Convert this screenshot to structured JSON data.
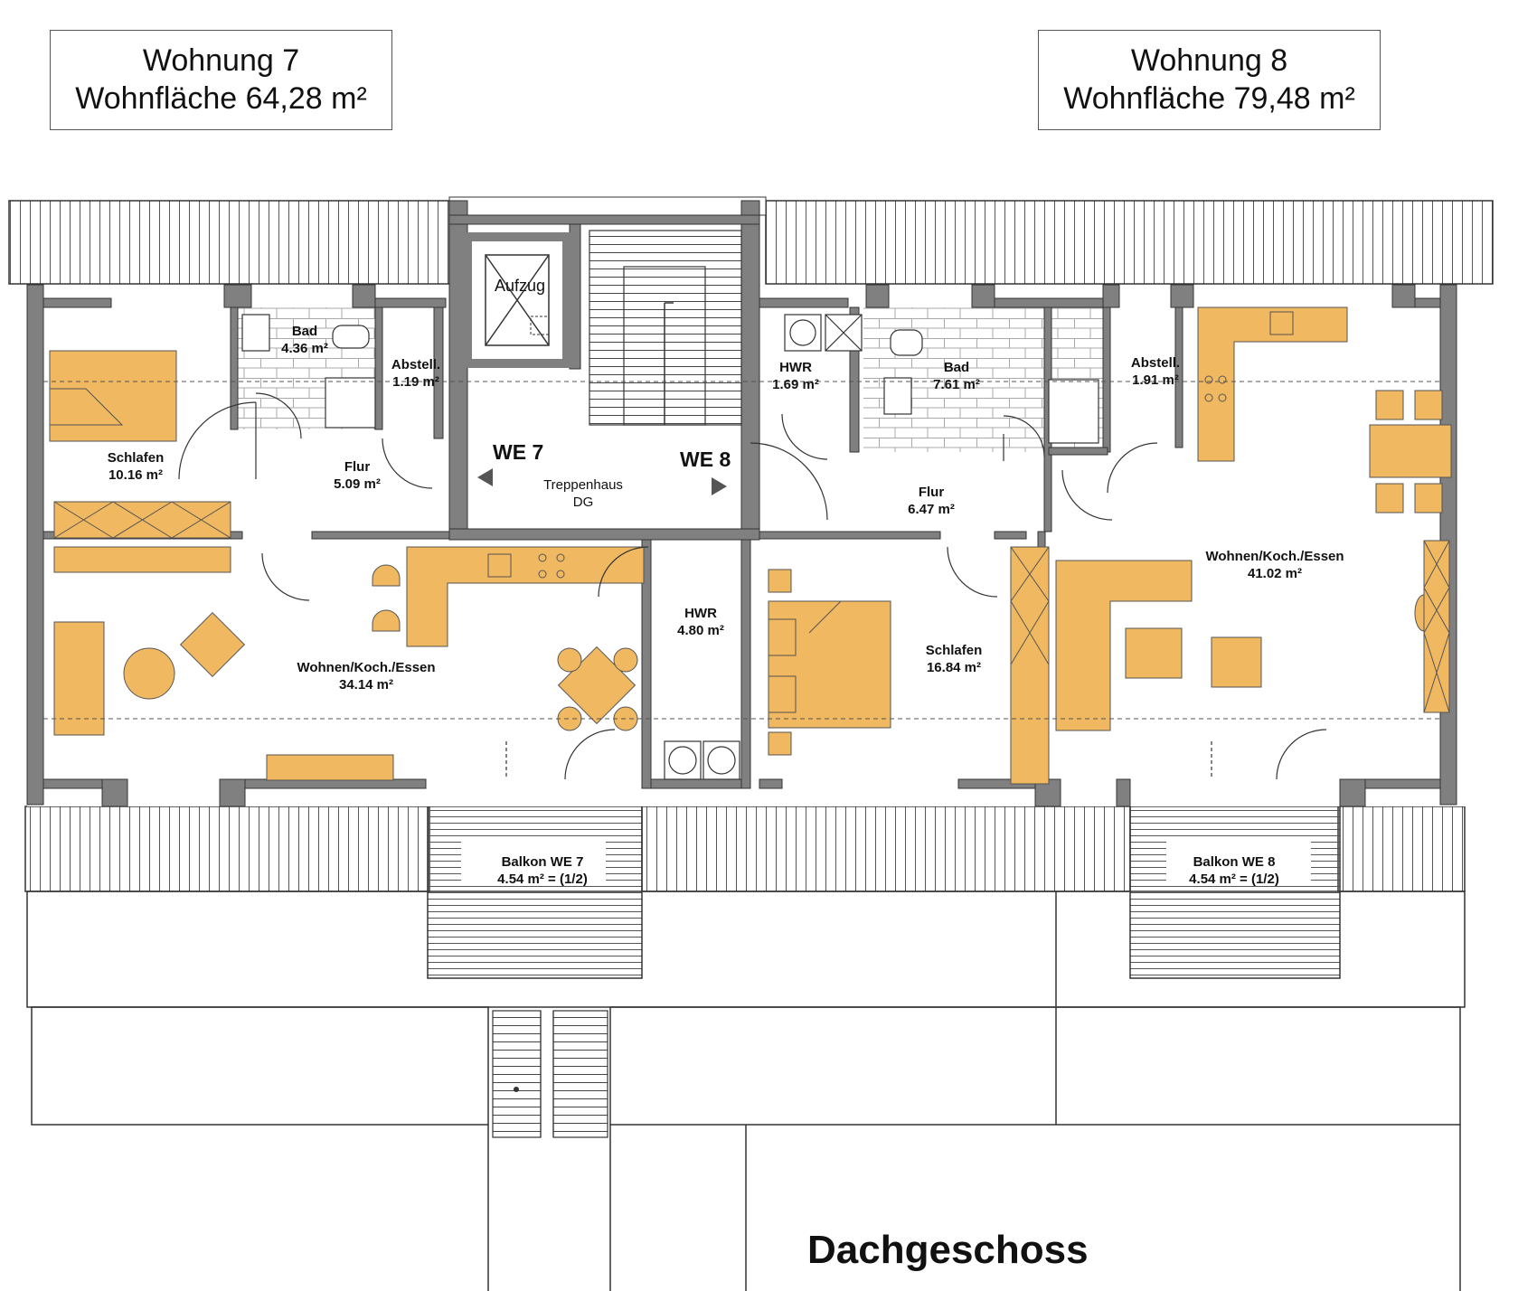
{
  "apartments": [
    {
      "title": "Wohnung 7",
      "area": "Wohnfläche 64,28 m²"
    },
    {
      "title": "Wohnung 8",
      "area": "Wohnfläche 79,48 m²"
    }
  ],
  "floor_label": "Dachgeschoss",
  "markers": {
    "we7": "WE 7",
    "we8": "WE 8",
    "elevator": "Aufzug"
  },
  "stairwell": {
    "name": "Treppenhaus",
    "level": "DG"
  },
  "rooms": {
    "w7_schlafen": {
      "name": "Schlafen",
      "area": "10.16 m²"
    },
    "w7_bad": {
      "name": "Bad",
      "area": "4.36 m²"
    },
    "w7_abstell": {
      "name": "Abstell.",
      "area": "1.19 m²"
    },
    "w7_flur": {
      "name": "Flur",
      "area": "5.09 m²"
    },
    "w7_wohnen": {
      "name": "Wohnen/Koch./Essen",
      "area": "34.14 m²"
    },
    "w7_hwr": {
      "name": "HWR",
      "area": "4.80 m²"
    },
    "w7_balkon": {
      "name": "Balkon WE 7",
      "area": "4.54 m² = (1/2)"
    },
    "w8_hwr": {
      "name": "HWR",
      "area": "1.69 m²"
    },
    "w8_bad": {
      "name": "Bad",
      "area": "7.61 m²"
    },
    "w8_abstell": {
      "name": "Abstell.",
      "area": "1.91 m²"
    },
    "w8_flur": {
      "name": "Flur",
      "area": "6.47 m²"
    },
    "w8_schlafen": {
      "name": "Schlafen",
      "area": "16.84 m²"
    },
    "w8_wohnen": {
      "name": "Wohnen/Koch./Essen",
      "area": "41.02 m²"
    },
    "w8_balkon": {
      "name": "Balkon WE 8",
      "area": "4.54 m² = (1/2)"
    }
  },
  "colors": {
    "furniture": "#f0b860",
    "wall": "#808080",
    "line": "#333333"
  }
}
